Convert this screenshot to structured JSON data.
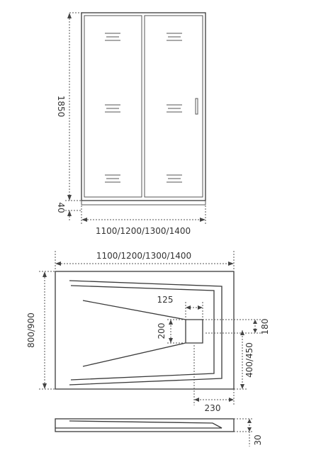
{
  "door_view": {
    "height_label": "1850",
    "bottom_gap_label": "40",
    "width_label": "1100/1200/1300/1400"
  },
  "tray_plan": {
    "width_label": "1100/1200/1300/1400",
    "depth_label": "800/900",
    "drain_offset_label": "125",
    "drain_size_label": "200",
    "drain_depth_label": "180",
    "drain_distance_label": "400/450",
    "drain_from_side_label": "230"
  },
  "tray_side": {
    "height_label": "30"
  }
}
